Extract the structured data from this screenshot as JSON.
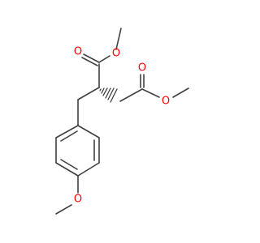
{
  "molecule": {
    "atom_labels": {
      "o_ester1_carbonyl": "O",
      "o_ester1_ether": "O",
      "o_ester2_carbonyl": "O",
      "o_ester2_ether": "O",
      "o_methoxy": "O"
    },
    "colors": {
      "bond": "#404040",
      "oxygen": "#ff0000",
      "background": "#ffffff"
    }
  }
}
